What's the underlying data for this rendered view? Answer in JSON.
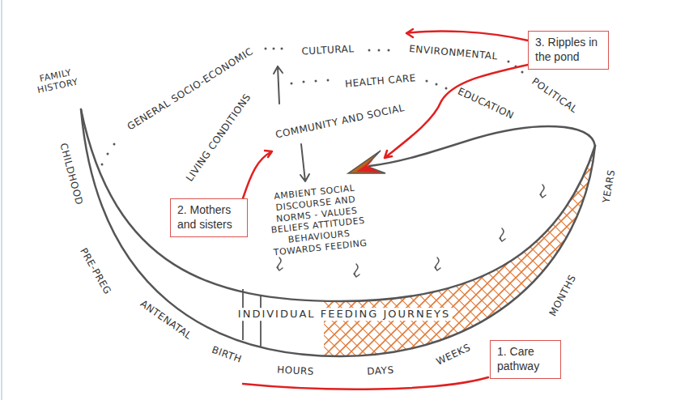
{
  "diagram": {
    "nodes": [
      {
        "text": [
          "1. Care pathway"
        ]
      },
      {
        "text": [
          "2. Mothers and sisters"
        ]
      },
      {
        "text": [
          "3. Ripples in the pond"
        ]
      }
    ],
    "labels": [
      "FAMILY HISTORY",
      "GENERAL SOCIO-ECONOMIC",
      "CULTURAL",
      "ENVIRONMENTAL",
      "POLITICAL",
      "LIVING CONDITIONS",
      "HEALTH CARE",
      "EDUCATION",
      "COMMUNITY AND SOCIAL",
      "AMBIENT SOCIAL DISCOURSE AND NORMS - VALUES BELIEFS ATTITUDES BEHAVIOURS TOWARDS FEEDING",
      "CHILDHOOD",
      "PRE-PREG",
      "ANTENATAL",
      "INDIVIDUAL FEEDING JOURNEYS",
      "BIRTH",
      "HOURS",
      "DAYS",
      "WEEKS",
      "MONTHS",
      "YEARS"
    ]
  }
}
